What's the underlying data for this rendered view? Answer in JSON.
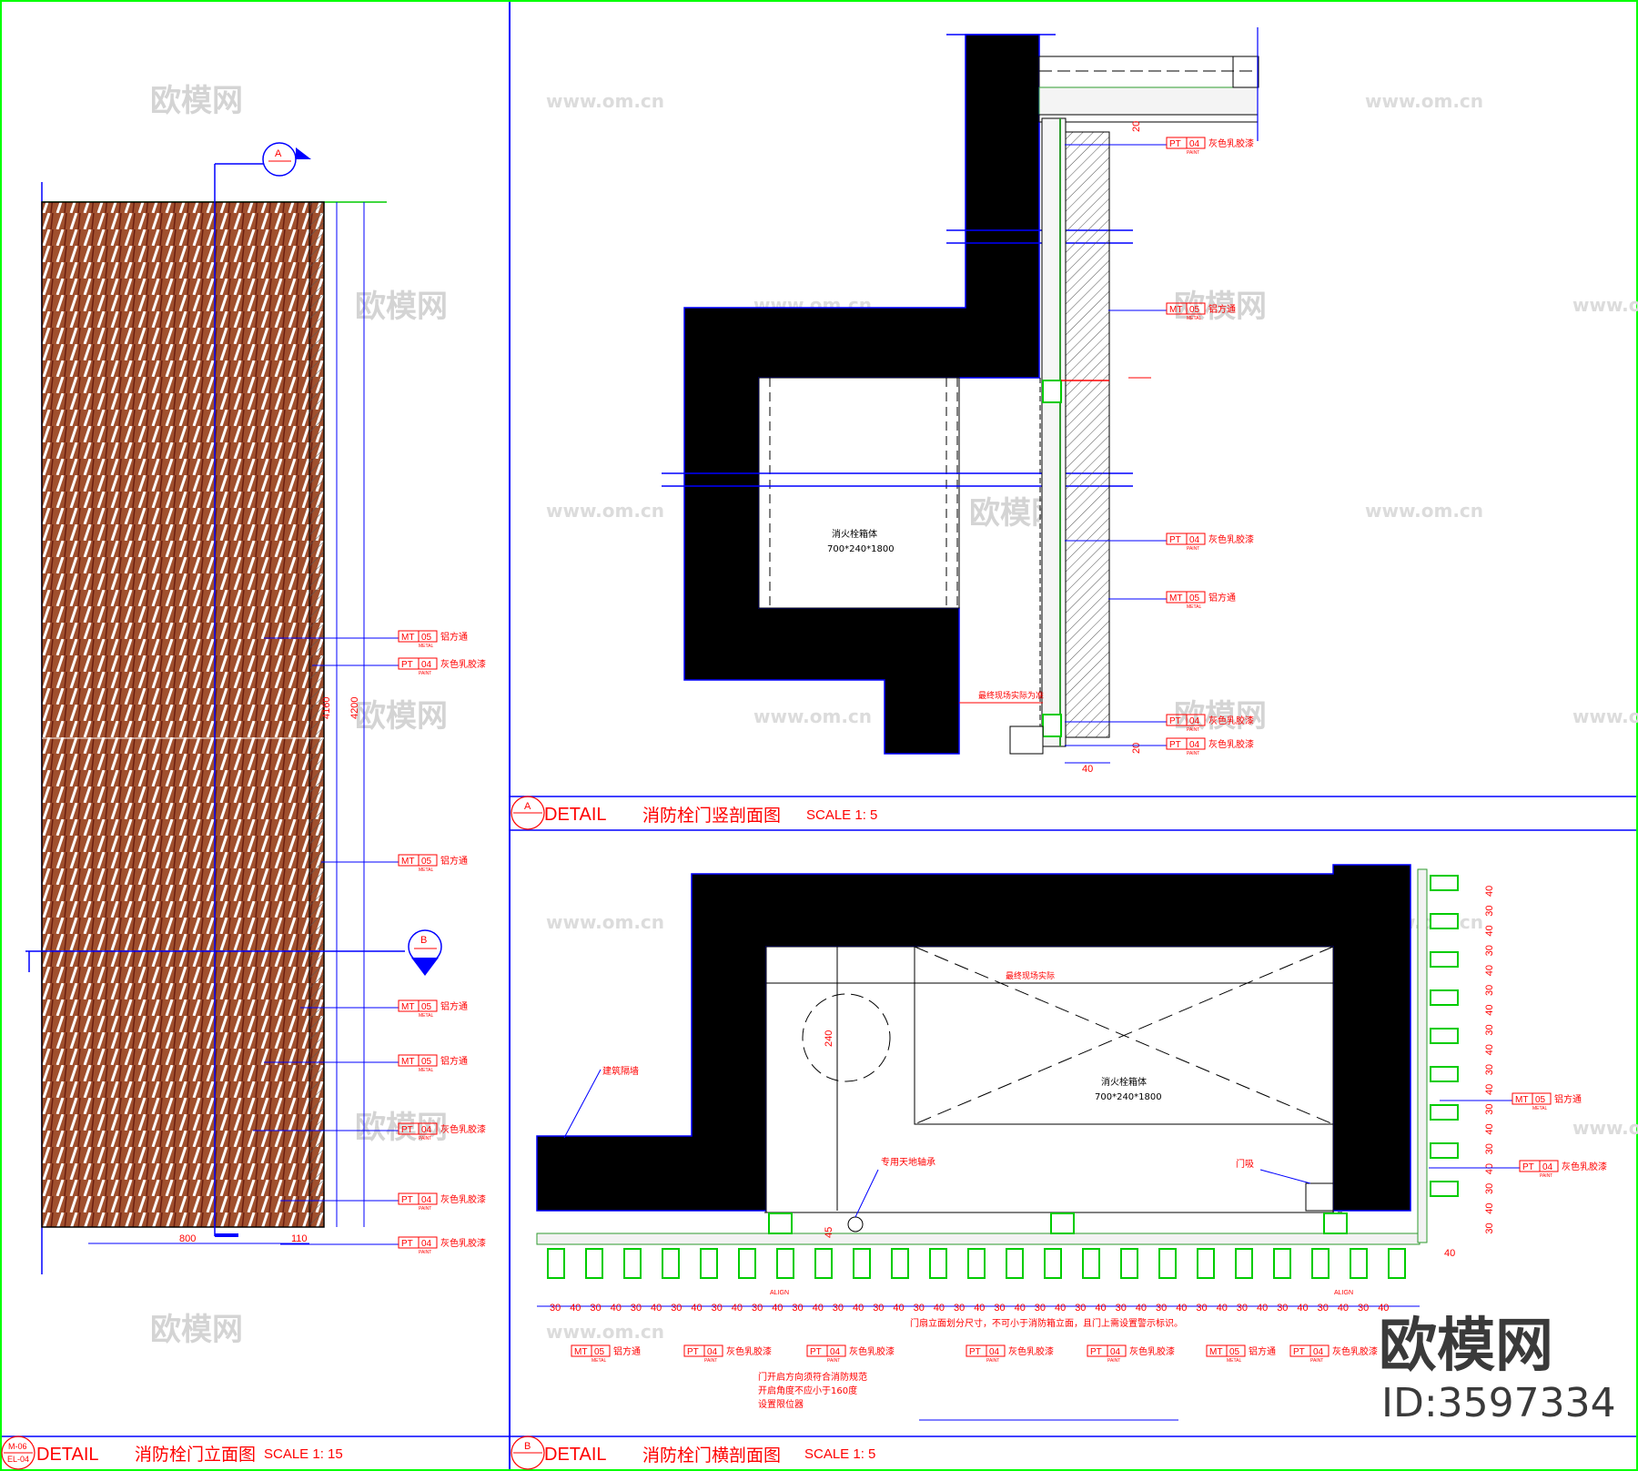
{
  "watermarks": {
    "text": "欧模网",
    "url": "www.om.cn"
  },
  "brand": {
    "name": "欧模网",
    "id": "ID:3597334"
  },
  "colors": {
    "outline": "#0000ff",
    "accent": "#ff0000",
    "frame": "#00ff00",
    "fill": "#000000"
  },
  "tags": {
    "mt05": {
      "code": "MT",
      "num": "05",
      "sub": "METAL"
    },
    "pt04": {
      "code": "PT",
      "num": "04",
      "sub": "PAINT"
    }
  },
  "materials": {
    "aluminum": "铝方通",
    "paint": "灰色乳胶漆"
  },
  "sections": {
    "a": "A",
    "b": "B"
  },
  "elevation": {
    "dims": {
      "h1": "4160",
      "h2": "4200",
      "w1": "800",
      "w2": "110"
    },
    "title": {
      "badge_top": "M-06",
      "badge_bottom": "EL-04",
      "word": "DETAIL",
      "name": "消防栓门立面图",
      "scale": "SCALE 1: 15"
    }
  },
  "section_a": {
    "box_label": "消火栓箱体",
    "box_size": "700*240*1800",
    "note": "最终现场实际为准",
    "dims": {
      "d20": "20",
      "d40": "40"
    },
    "title": {
      "badge": "A",
      "word": "DETAIL",
      "name": "消防栓门竖剖面图",
      "scale": "SCALE 1: 5"
    }
  },
  "section_b": {
    "box_label": "消火栓箱体",
    "box_size": "700*240*1800",
    "wall_label": "建筑隔墙",
    "pivot_label": "专用天地轴承",
    "stop_label": "门吸",
    "site_note": "最终现场实际",
    "dims": {
      "d240": "240",
      "d40": "40",
      "d45": "45"
    },
    "strip_dims": [
      "30",
      "40",
      "30",
      "40",
      "30",
      "40",
      "30",
      "40",
      "30",
      "40",
      "30",
      "40",
      "30",
      "40",
      "30",
      "40",
      "30",
      "40",
      "30",
      "40",
      "30",
      "40",
      "30",
      "40",
      "30",
      "40",
      "30",
      "40",
      "30",
      "40",
      "30",
      "40",
      "30",
      "40",
      "30",
      "40",
      "30",
      "40",
      "30",
      "40",
      "30",
      "40"
    ],
    "side_dims": [
      "40",
      "30",
      "40",
      "30",
      "40",
      "30",
      "40",
      "30",
      "40",
      "30",
      "40",
      "30",
      "40",
      "30",
      "40",
      "30",
      "40",
      "30"
    ],
    "note1": "门扇立面划分尺寸，不可小于消防箱立面，且门上需设置警示标识。",
    "note2": "门开启方向须符合消防规范",
    "note3": "开启角度不应小于160度",
    "note4": "设置限位器",
    "align": "ALIGN",
    "title": {
      "badge": "B",
      "word": "DETAIL",
      "name": "消防栓门横剖面图",
      "scale": "SCALE 1: 5"
    }
  }
}
